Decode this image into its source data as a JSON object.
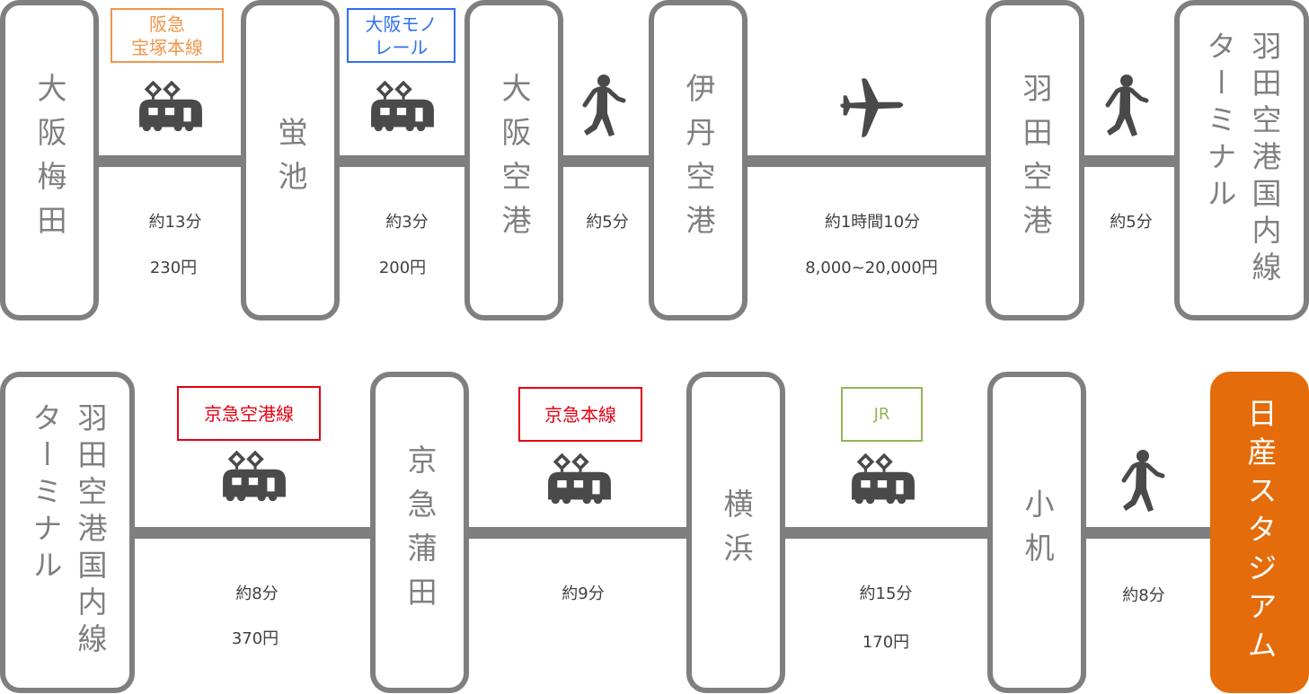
{
  "colors": {
    "station_border": "#7f7f7f",
    "destination_fill": "#e46c0a",
    "icon": "#4a4a4a",
    "hankyu": "#f0954a",
    "monorail": "#2f6fef",
    "keikyu": "#e60012",
    "jr": "#92b558"
  },
  "row1": {
    "stations": [
      {
        "name": "大阪梅田"
      },
      {
        "name": "蛍池"
      },
      {
        "name": "大阪空港"
      },
      {
        "name": "伊丹空港"
      },
      {
        "name": "羽田空港"
      },
      {
        "name": "羽田空港国内線ターミナル"
      }
    ],
    "segments": [
      {
        "mode": "train-icon",
        "line": "阪急\n宝塚本線",
        "time": "約13分",
        "fare": "230円"
      },
      {
        "mode": "train-icon",
        "line": "大阪モノ\nレール",
        "time": "約3分",
        "fare": "200円"
      },
      {
        "mode": "walk-icon",
        "time": "約5分"
      },
      {
        "mode": "airplane-icon",
        "time": "約1時間10分",
        "fare": "8,000~20,000円"
      },
      {
        "mode": "walk-icon",
        "time": "約5分"
      }
    ]
  },
  "row2": {
    "stations": [
      {
        "name": "羽田空港国内線ターミナル"
      },
      {
        "name": "京急蒲田"
      },
      {
        "name": "横浜"
      },
      {
        "name": "小机"
      },
      {
        "name": "日産スタジアム"
      }
    ],
    "segments": [
      {
        "mode": "train-icon",
        "line": "京急空港線",
        "time": "約8分",
        "fare": "370円"
      },
      {
        "mode": "train-icon",
        "line": "京急本線",
        "time": "約9分"
      },
      {
        "mode": "train-icon",
        "line": "JR",
        "time": "約15分",
        "fare": "170円"
      },
      {
        "mode": "walk-icon",
        "time": "約8分"
      }
    ]
  }
}
